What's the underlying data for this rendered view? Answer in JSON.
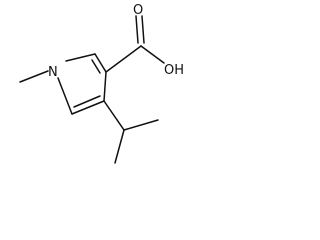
{
  "molecule": {
    "atoms": {
      "oxygen_carbonyl": "O",
      "hydroxyl": "OH",
      "nitrogen": "N"
    }
  }
}
